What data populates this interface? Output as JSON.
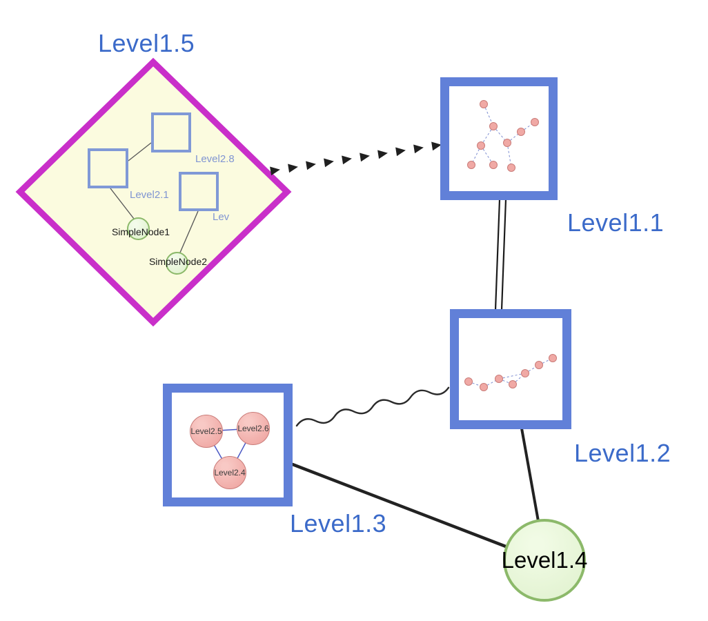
{
  "colors": {
    "label_blue": "#3b6ac9",
    "inner_label_blue": "#8095d2",
    "node_border_blue": "#6180d8",
    "inner_square_border": "#8099d6",
    "diamond_border": "#c92fc9",
    "diamond_fill": "#fbfbdf",
    "green_fill": "#e3f3d2",
    "green_border": "#8cb96a",
    "pink_fill": "#f0a9a5",
    "pink_border": "#c97b78",
    "mini_edge_blue": "#7c8cd0",
    "edge_dark": "#222222"
  },
  "nodes": {
    "level1_5": {
      "label": "Level1.5"
    },
    "level1_1": {
      "label": "Level1.1"
    },
    "level1_2": {
      "label": "Level1.2"
    },
    "level1_3": {
      "label": "Level1.3"
    },
    "level1_4": {
      "label": "Level1.4"
    },
    "level2_8": {
      "label": "Level2.8"
    },
    "level2_1": {
      "label": "Level2.1"
    },
    "level2_x": {
      "label": "Lev"
    },
    "simple_node1": {
      "label": "SimpleNode1"
    },
    "simple_node2": {
      "label": "SimpleNode2"
    },
    "level2_5": {
      "label": "Level2.5"
    },
    "level2_6": {
      "label": "Level2.6"
    },
    "level2_4": {
      "label": "Level2.4"
    }
  },
  "edges": [
    {
      "from": "Level1.5",
      "to": "Level1.1",
      "style": "bold-dashed-arrow-chain"
    },
    {
      "from": "Level1.1",
      "to": "Level1.2",
      "style": "double-line"
    },
    {
      "from": "Level1.2",
      "to": "Level1.3",
      "style": "wavy"
    },
    {
      "from": "Level1.3",
      "to": "Level1.4",
      "style": "solid-thick"
    },
    {
      "from": "Level1.2",
      "to": "Level1.4",
      "style": "solid-thick"
    },
    {
      "from": "Level2.1",
      "to": "Level2.8",
      "style": "thin"
    },
    {
      "from": "Level2.1",
      "to": "SimpleNode1",
      "style": "thin"
    },
    {
      "from": "Lev",
      "to": "SimpleNode2",
      "style": "thin"
    },
    {
      "from": "Level2.5",
      "to": "Level2.6",
      "style": "thin-blue"
    },
    {
      "from": "Level2.5",
      "to": "Level2.4",
      "style": "thin-blue"
    },
    {
      "from": "Level2.6",
      "to": "Level2.4",
      "style": "thin-blue"
    }
  ]
}
